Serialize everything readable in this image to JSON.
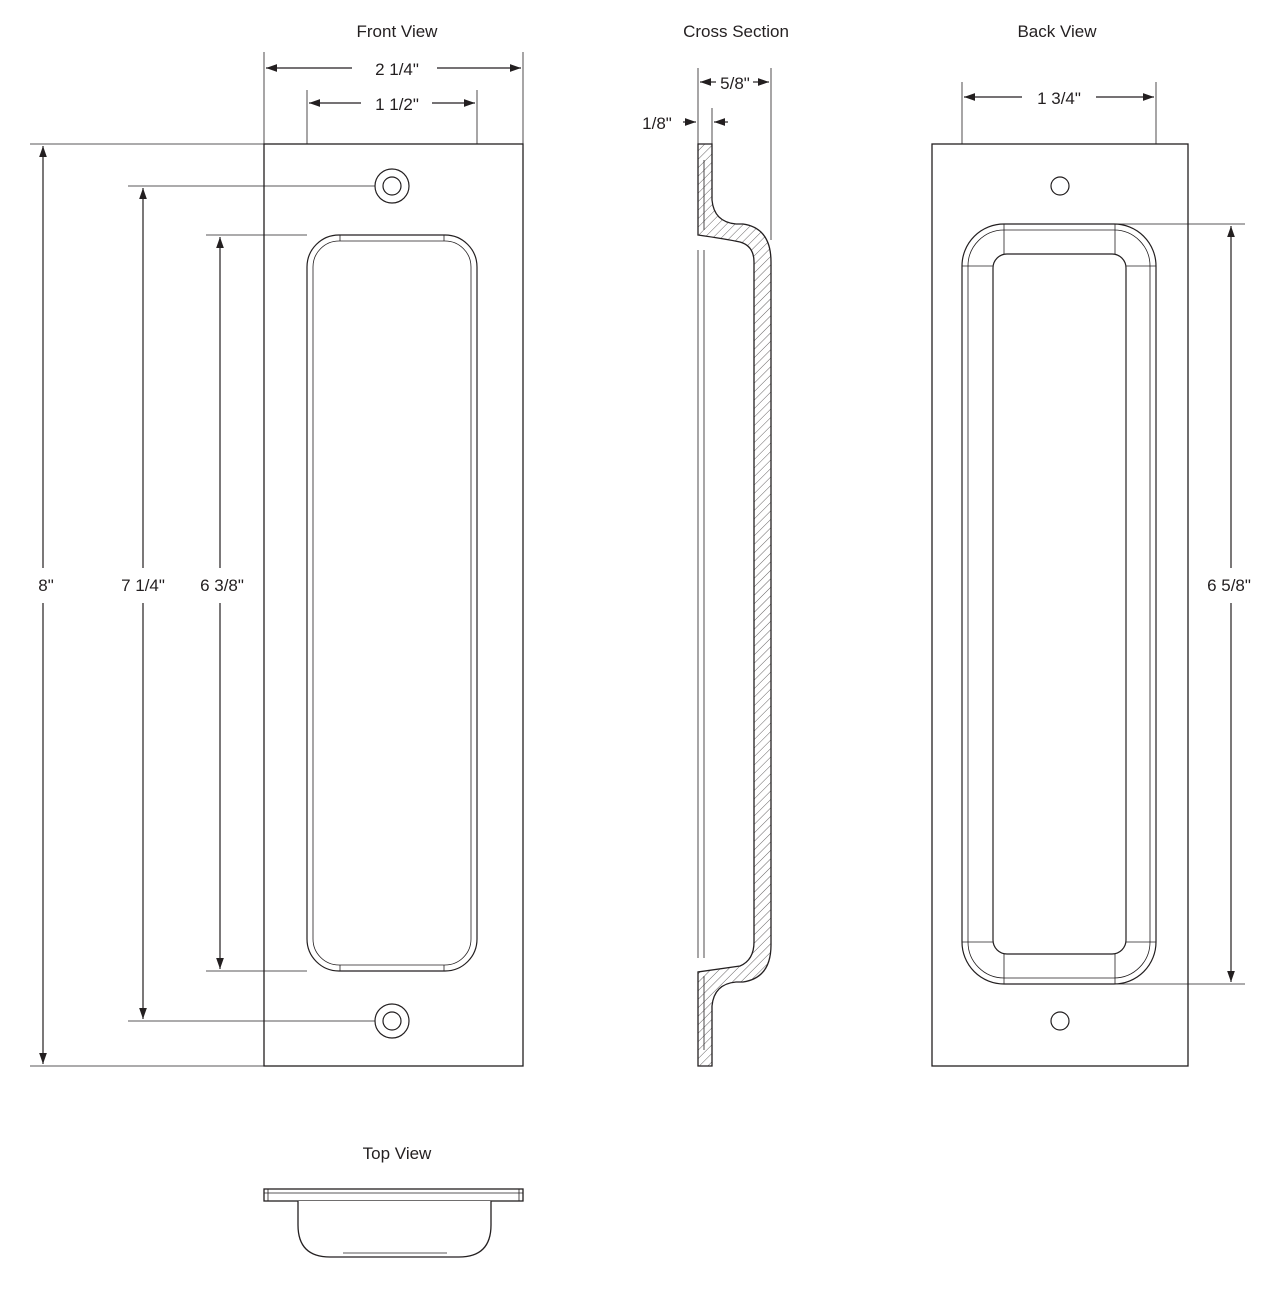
{
  "views": {
    "front": {
      "title": "Front View"
    },
    "cross": {
      "title": "Cross Section"
    },
    "back": {
      "title": "Back View"
    },
    "top": {
      "title": "Top View"
    }
  },
  "dimensions": {
    "front_width": "2 1/4\"",
    "front_recess_width": "1 1/2\"",
    "overall_height": "8\"",
    "hole_spacing": "7 1/4\"",
    "recess_height": "6 3/8\"",
    "section_depth": "5/8\"",
    "plate_thickness": "1/8\"",
    "back_width": "1 3/4\"",
    "back_height": "6 5/8\""
  },
  "colors": {
    "line": "#231f20",
    "background": "#ffffff"
  }
}
